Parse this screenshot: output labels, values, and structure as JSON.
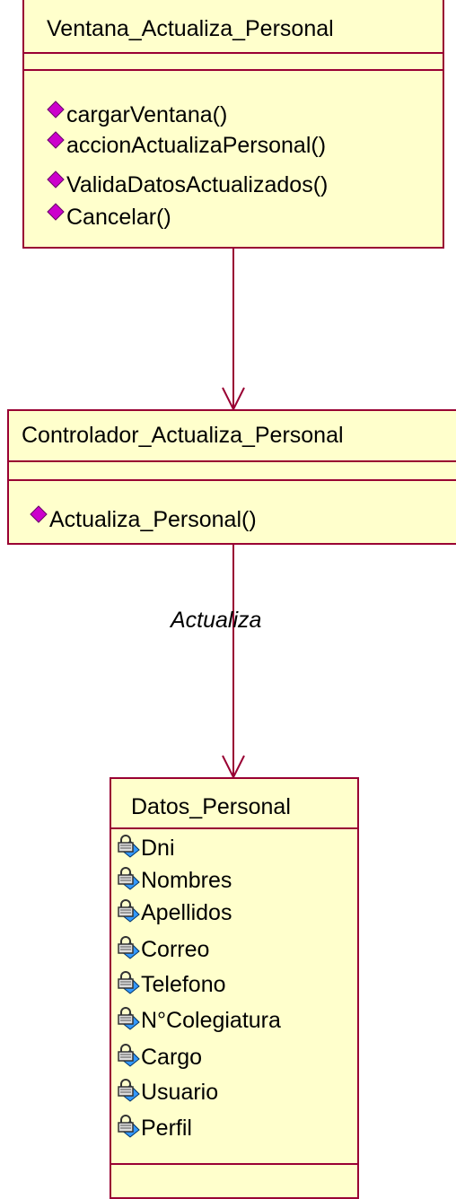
{
  "classes": {
    "ventana": {
      "name": "Ventana_Actualiza_Personal",
      "operations": [
        "cargarVentana()",
        "accionActualizaPersonal()",
        "ValidaDatosActualizados()",
        "Cancelar()"
      ]
    },
    "controlador": {
      "name": "Controlador_Actualiza_Personal",
      "operations": [
        "Actualiza_Personal()"
      ]
    },
    "datos": {
      "name": "Datos_Personal",
      "attributes": [
        "Dni",
        "Nombres",
        "Apellidos",
        "Correo",
        "Telefono",
        "N°Colegiatura",
        "Cargo",
        "Usuario",
        "Perfil"
      ]
    }
  },
  "associations": {
    "controlador_to_datos": "Actualiza"
  },
  "colors": {
    "class_fill": "#ffffcc",
    "border": "#990033",
    "operation_icon": "#cc00cc",
    "attribute_icon": "#3399ff"
  },
  "icons": {
    "operation": "public-operation-diamond-icon",
    "attribute": "private-attribute-lock-icon"
  }
}
